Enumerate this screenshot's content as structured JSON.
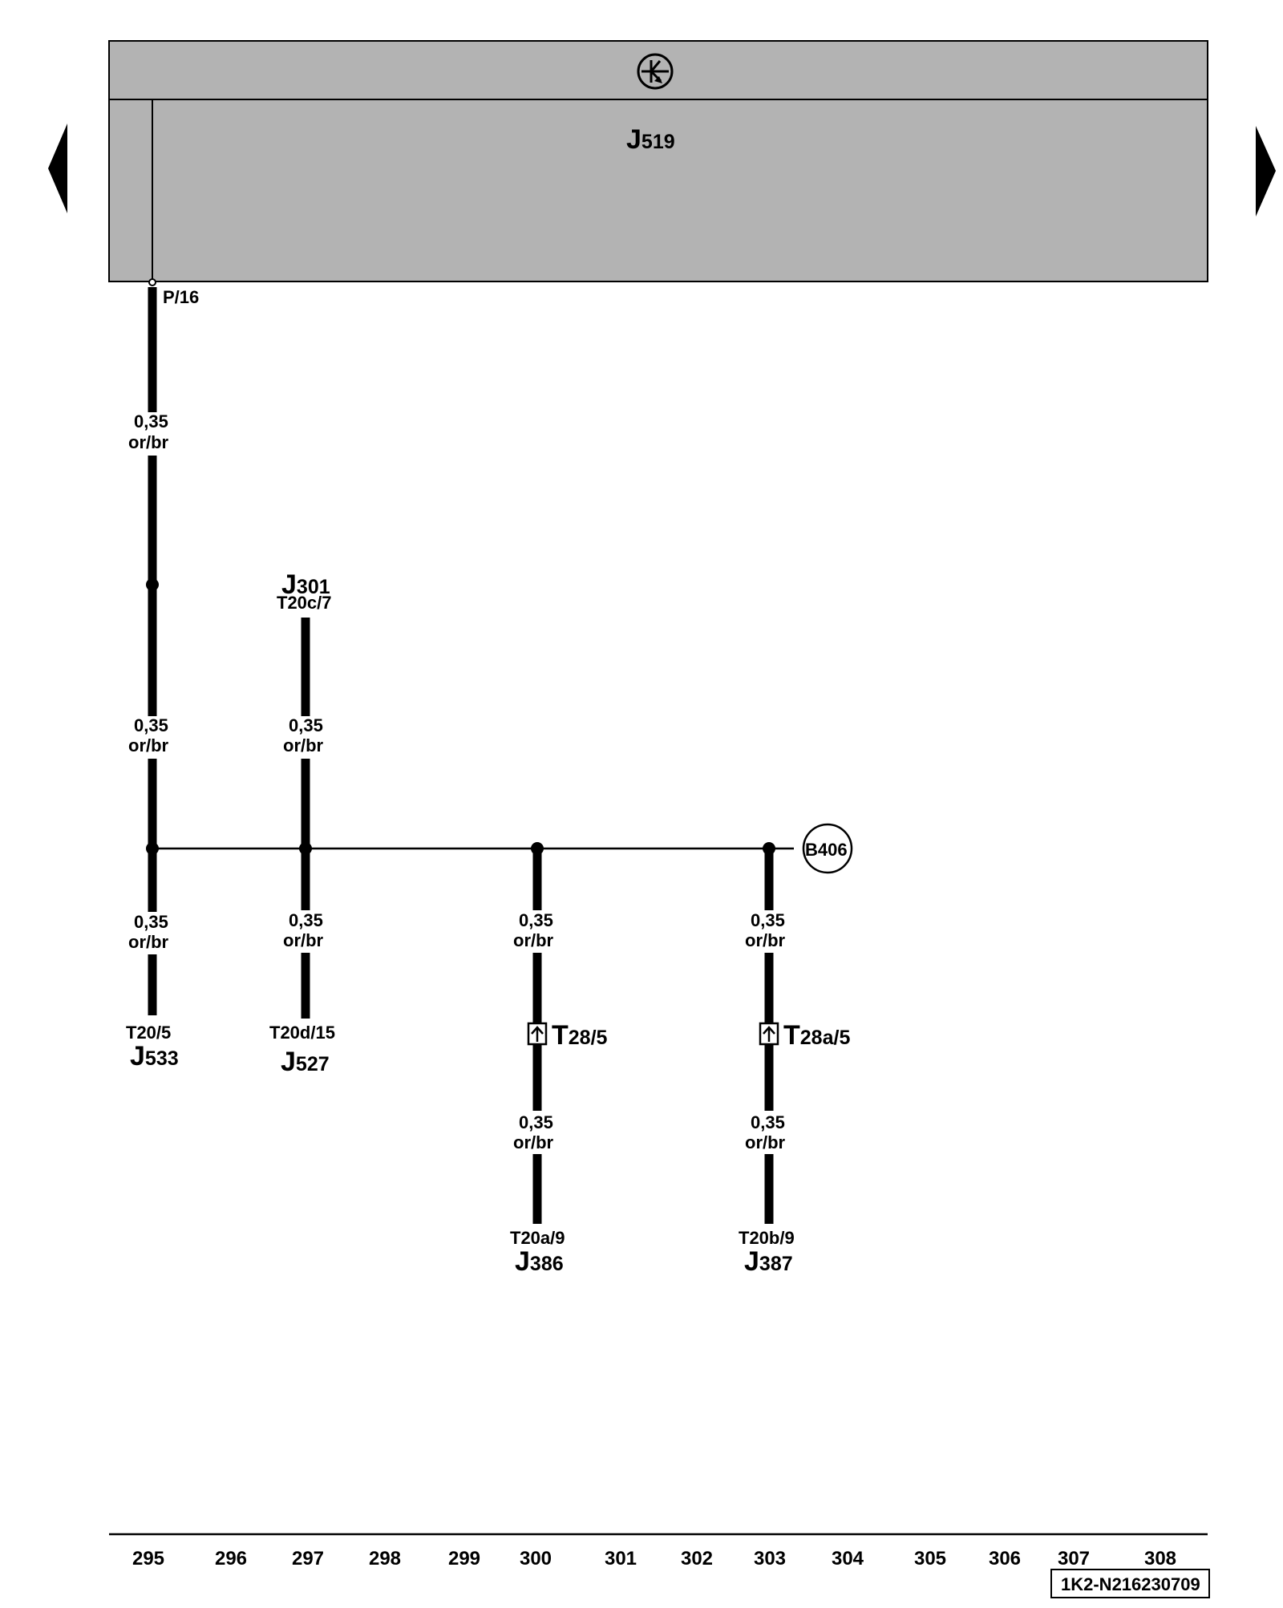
{
  "colors": {
    "module_fill": "#b3b3b3",
    "wire": "#000000",
    "background": "#ffffff"
  },
  "module": {
    "icon": "can-bus-gateway-icon",
    "name": "J",
    "subscript": "519",
    "pin": "P/16"
  },
  "wire_spec": {
    "size": "0,35",
    "color_code": "or/br"
  },
  "splice": {
    "label": "B406"
  },
  "branches": [
    {
      "id": "j301",
      "name": "J",
      "subscript": "301",
      "pin": "T20c/7"
    },
    {
      "id": "j533",
      "name": "J",
      "subscript": "533",
      "pin": "T20/5"
    },
    {
      "id": "j527",
      "name": "J",
      "subscript": "527",
      "pin": "T20d/15"
    },
    {
      "id": "j386",
      "name": "J",
      "subscript": "386",
      "pin": "T20a/9",
      "connector": {
        "name": "T",
        "subscript": "28/5"
      }
    },
    {
      "id": "j387",
      "name": "J",
      "subscript": "387",
      "pin": "T20b/9",
      "connector": {
        "name": "T",
        "subscript": "28a/5"
      }
    }
  ],
  "navigation": {
    "prev_icon": "arrow-left-icon",
    "next_icon": "arrow-right-icon"
  },
  "ruler": {
    "tracks": [
      "295",
      "296",
      "297",
      "298",
      "299",
      "300",
      "301",
      "302",
      "303",
      "304",
      "305",
      "306",
      "307",
      "308"
    ]
  },
  "footer": {
    "doc_id": "1K2-N216230709"
  }
}
